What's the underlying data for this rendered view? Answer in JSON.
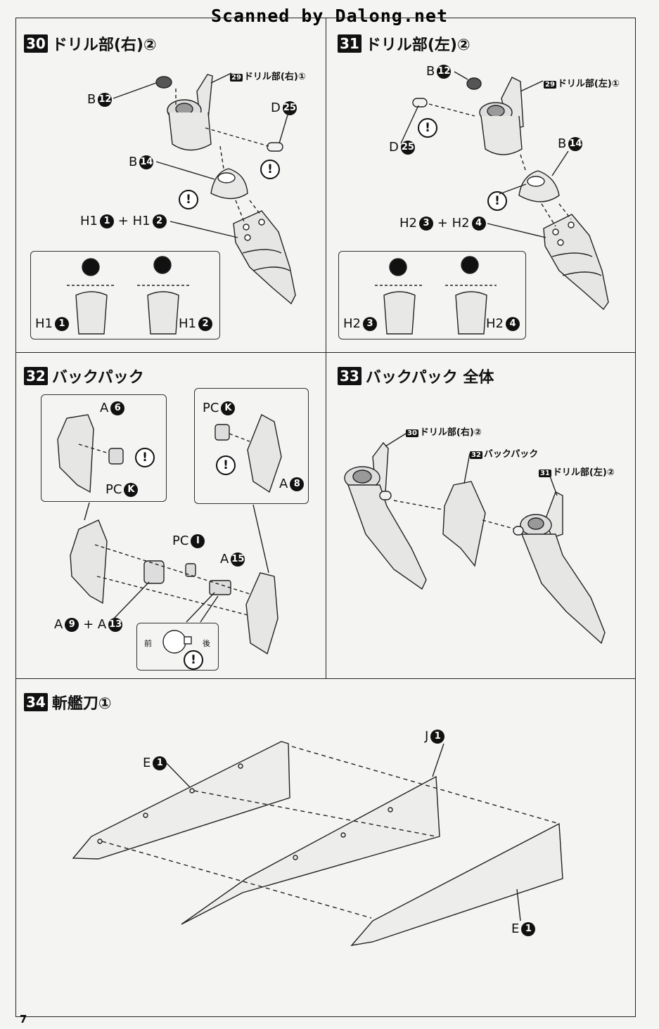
{
  "watermark": "Scanned by Dalong.net",
  "page_number": "7",
  "steps": [
    {
      "num": "30",
      "title": "ドリル部(右)②",
      "ref_num": "29",
      "ref_label": "ドリル部(右)①",
      "parts": {
        "b12": {
          "letter": "B",
          "num": "12"
        },
        "d25": {
          "letter": "D",
          "num": "25"
        },
        "b14": {
          "letter": "B",
          "num": "14"
        },
        "h_combo": {
          "a": "H1",
          "an": "1",
          "plus": "+",
          "b": "H1",
          "bn": "2"
        },
        "inset_left": {
          "letter": "H1",
          "num": "1"
        },
        "inset_right": {
          "letter": "H1",
          "num": "2"
        }
      }
    },
    {
      "num": "31",
      "title": "ドリル部(左)②",
      "ref_num": "29",
      "ref_label": "ドリル部(左)①",
      "parts": {
        "b12": {
          "letter": "B",
          "num": "12"
        },
        "d25": {
          "letter": "D",
          "num": "25"
        },
        "b14": {
          "letter": "B",
          "num": "14"
        },
        "h_combo": {
          "a": "H2",
          "an": "3",
          "plus": "+",
          "b": "H2",
          "bn": "4"
        },
        "inset_left": {
          "letter": "H2",
          "num": "3"
        },
        "inset_right": {
          "letter": "H2",
          "num": "4"
        }
      }
    },
    {
      "num": "32",
      "title": "バックパック",
      "parts": {
        "a6": {
          "letter": "A",
          "num": "6"
        },
        "pck1": {
          "letter": "PC",
          "num": "K"
        },
        "pck2": {
          "letter": "PC",
          "num": "K"
        },
        "a8": {
          "letter": "A",
          "num": "8"
        },
        "pci": {
          "letter": "PC",
          "num": "I"
        },
        "a15": {
          "letter": "A",
          "num": "15"
        },
        "a9_13": {
          "a": "A",
          "an": "9",
          "plus": "+",
          "b": "A",
          "bn": "13"
        },
        "front": "前",
        "back": "後"
      }
    },
    {
      "num": "33",
      "title": "バックパック 全体",
      "refs": [
        {
          "num": "30",
          "label": "ドリル部(右)②"
        },
        {
          "num": "32",
          "label": "バックパック"
        },
        {
          "num": "31",
          "label": "ドリル部(左)②"
        }
      ]
    },
    {
      "num": "34",
      "title": "斬艦刀①",
      "parts": {
        "e1a": {
          "letter": "E",
          "num": "1"
        },
        "j1": {
          "letter": "J",
          "num": "1"
        },
        "e1b": {
          "letter": "E",
          "num": "1"
        }
      }
    }
  ],
  "warning_symbol": "!"
}
